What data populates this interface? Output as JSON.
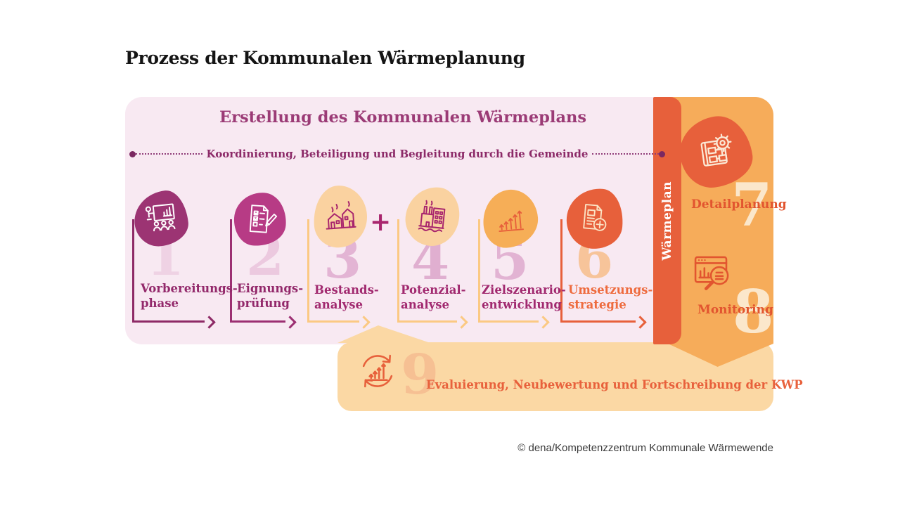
{
  "page": {
    "title": "Prozess der Kommunalen Wärmeplanung",
    "credit": "© dena/Kompetenzzentrum Kommunale Wärmewende"
  },
  "process_box": {
    "title": "Erstellung des Kommunalen Wärmeplans",
    "coordination_line": "Koordinierung, Beteiligung und Begleitung durch die Gemeinde",
    "plus_separator": "+"
  },
  "steps": [
    {
      "number": "1",
      "label_line1": "Vorbereitungs-",
      "label_line2": "phase",
      "icon": "presentation-icon"
    },
    {
      "number": "2",
      "label_line1": "Eignungs-",
      "label_line2": "prüfung",
      "icon": "checklist-pencil-icon"
    },
    {
      "number": "3",
      "label_line1": "Bestands-",
      "label_line2": "analyse",
      "icon": "houses-icon"
    },
    {
      "number": "4",
      "label_line1": "Potenzial-",
      "label_line2": "analyse",
      "icon": "factory-icon"
    },
    {
      "number": "5",
      "label_line1": "Zielszenario-",
      "label_line2": "entwicklung",
      "icon": "growth-arrows-icon"
    },
    {
      "number": "6",
      "label_line1": "Umsetzungs-",
      "label_line2": "strategie",
      "icon": "document-plus-icon"
    }
  ],
  "waermeplan_bar": {
    "label": "Wärmeplan"
  },
  "detail_steps": [
    {
      "number": "7",
      "label": "Detailplanung",
      "icon": "blueprint-gear-icon"
    },
    {
      "number": "8",
      "label": "Monitoring",
      "icon": "chart-magnifier-icon"
    }
  ],
  "evaluation_banner": {
    "number": "9",
    "label": "Evaluierung, Neubewertung und Fortschreibung der KWP",
    "icon": "cycle-arrows-icon"
  },
  "colors": {
    "pink_background": "#F8E9F2",
    "header_purple": "#9B3B76",
    "coordination_purple": "#8C2A68",
    "label_magenta": "#9B2D6E",
    "orange_red": "#E7603B",
    "panel_orange": "#F6AC5A",
    "banner_orange": "#FBD8A4",
    "blob_dark_magenta": "#9C3473",
    "blob_magenta": "#B73B85",
    "blob_peach": "#FAD2A0",
    "blob_orange": "#F6AE57"
  }
}
